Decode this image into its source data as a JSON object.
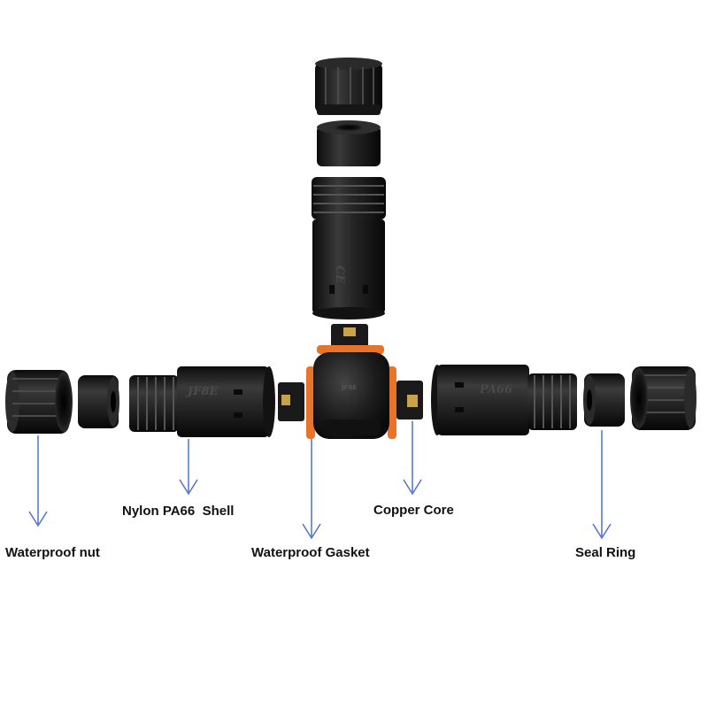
{
  "labels": {
    "waterproof_nut": "Waterproof nut",
    "nylon_shell": "Nylon PA66  Shell",
    "waterproof_gasket": "Waterproof Gasket",
    "copper_core": "Copper Core",
    "seal_ring": "Seal Ring"
  },
  "embossing": {
    "left_shell": "JF8E",
    "right_shell": "PA66",
    "top_shell": "CE",
    "hub": "JF8E"
  },
  "colors": {
    "plastic_black": "#1b1b1b",
    "gasket_orange": "#e8732a",
    "arrow_blue": "#4f72c9",
    "copper_gold": "#c9a24a"
  }
}
